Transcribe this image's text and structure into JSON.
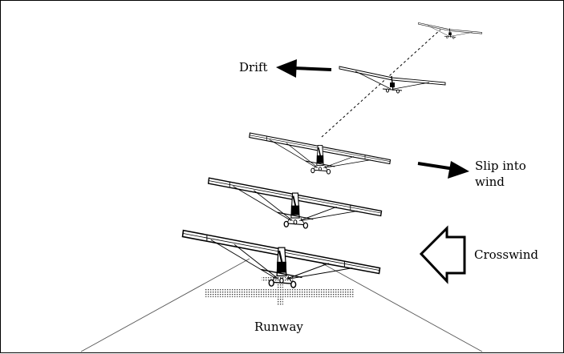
{
  "labels": {
    "drift": "Drift",
    "slip_line1": "Slip into",
    "slip_line2": "wind",
    "crosswind": "Crosswind",
    "runway": "Runway"
  }
}
